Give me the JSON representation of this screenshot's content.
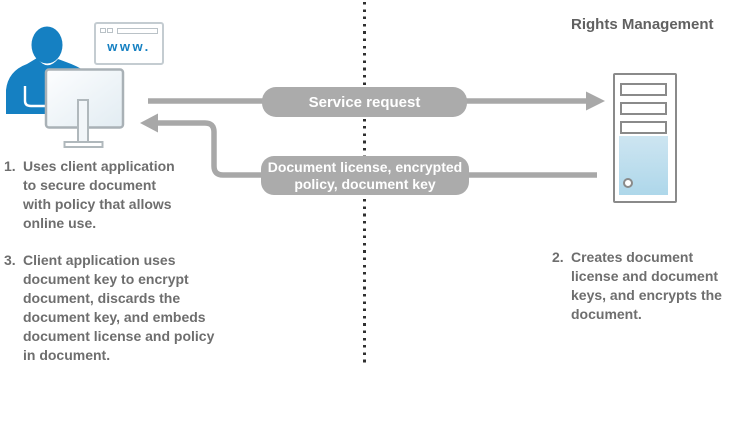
{
  "title": "Rights Management",
  "browser": {
    "text": "www."
  },
  "labels": {
    "service_request": "Service request",
    "license_response": "Document license, encrypted\npolicy, document key"
  },
  "steps": {
    "step1": {
      "num": "1.",
      "text": "Uses client application\nto secure document\nwith policy that allows\nonline use."
    },
    "step2": {
      "num": "2.",
      "text": "Creates document\nlicense and document\nkeys, and encrypts the\ndocument."
    },
    "step3": {
      "num": "3.",
      "text": "Client application uses\ndocument key to encrypt\ndocument, discards the\ndocument key, and embeds\ndocument license and policy\nin document."
    }
  },
  "colors": {
    "accent_blue": "#1580c2",
    "server_panel_blue": "#b8dcec",
    "arrow_gray": "#a8a8a8",
    "label_gray": "#ababab",
    "text_gray": "#6e6e6e",
    "title_gray": "#616161"
  }
}
